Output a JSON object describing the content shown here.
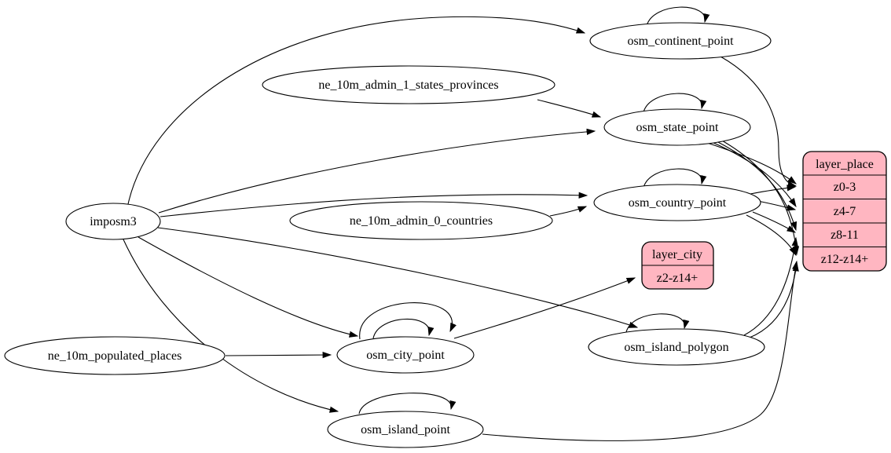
{
  "diagram": {
    "title": "ETL diagram for place layers (graphviz digraph)",
    "colors": {
      "record_fill": "#ffb6c1",
      "node_fill": "#ffffff",
      "stroke": "#000000",
      "background": "#ffffff"
    },
    "nodes": {
      "imposm3": {
        "label": "imposm3"
      },
      "ne_10m_admin_1_states_provinces": {
        "label": "ne_10m_admin_1_states_provinces"
      },
      "ne_10m_admin_0_countries": {
        "label": "ne_10m_admin_0_countries"
      },
      "ne_10m_populated_places": {
        "label": "ne_10m_populated_places"
      },
      "osm_continent_point": {
        "label": "osm_continent_point"
      },
      "osm_state_point": {
        "label": "osm_state_point"
      },
      "osm_country_point": {
        "label": "osm_country_point"
      },
      "osm_city_point": {
        "label": "osm_city_point"
      },
      "osm_island_polygon": {
        "label": "osm_island_polygon"
      },
      "osm_island_point": {
        "label": "osm_island_point"
      },
      "layer_city": {
        "title": "layer_city",
        "rows": [
          "z2-z14+"
        ]
      },
      "layer_place": {
        "title": "layer_place",
        "rows": [
          "z0-3",
          "z4-7",
          "z8-11",
          "z12-z14+"
        ]
      }
    },
    "edges": [
      {
        "from": "imposm3",
        "to": "osm_continent_point"
      },
      {
        "from": "imposm3",
        "to": "osm_state_point"
      },
      {
        "from": "imposm3",
        "to": "osm_country_point"
      },
      {
        "from": "imposm3",
        "to": "osm_city_point"
      },
      {
        "from": "imposm3",
        "to": "osm_island_polygon"
      },
      {
        "from": "imposm3",
        "to": "osm_island_point"
      },
      {
        "from": "ne_10m_admin_1_states_provinces",
        "to": "osm_state_point"
      },
      {
        "from": "ne_10m_admin_0_countries",
        "to": "osm_country_point"
      },
      {
        "from": "ne_10m_populated_places",
        "to": "osm_city_point"
      },
      {
        "from": "osm_continent_point",
        "to": "osm_continent_point"
      },
      {
        "from": "osm_state_point",
        "to": "osm_state_point"
      },
      {
        "from": "osm_country_point",
        "to": "osm_country_point"
      },
      {
        "from": "osm_city_point",
        "to": "osm_city_point"
      },
      {
        "from": "osm_city_point",
        "to": "osm_city_point"
      },
      {
        "from": "osm_island_polygon",
        "to": "osm_island_polygon"
      },
      {
        "from": "osm_island_point",
        "to": "osm_island_point"
      },
      {
        "from": "osm_city_point",
        "to": "layer_city:z2-z14+"
      },
      {
        "from": "osm_continent_point",
        "to": "layer_place:z0-3"
      },
      {
        "from": "osm_state_point",
        "to": "layer_place:z0-3"
      },
      {
        "from": "osm_state_point",
        "to": "layer_place:z4-7"
      },
      {
        "from": "osm_state_point",
        "to": "layer_place:z8-11"
      },
      {
        "from": "osm_state_point",
        "to": "layer_place:z12-z14+"
      },
      {
        "from": "osm_country_point",
        "to": "layer_place:z0-3"
      },
      {
        "from": "osm_country_point",
        "to": "layer_place:z4-7"
      },
      {
        "from": "osm_country_point",
        "to": "layer_place:z8-11"
      },
      {
        "from": "osm_country_point",
        "to": "layer_place:z12-z14+"
      },
      {
        "from": "osm_island_polygon",
        "to": "layer_place:z8-11"
      },
      {
        "from": "osm_island_polygon",
        "to": "layer_place:z12-z14+"
      },
      {
        "from": "osm_island_point",
        "to": "layer_place:z12-z14+"
      }
    ]
  }
}
